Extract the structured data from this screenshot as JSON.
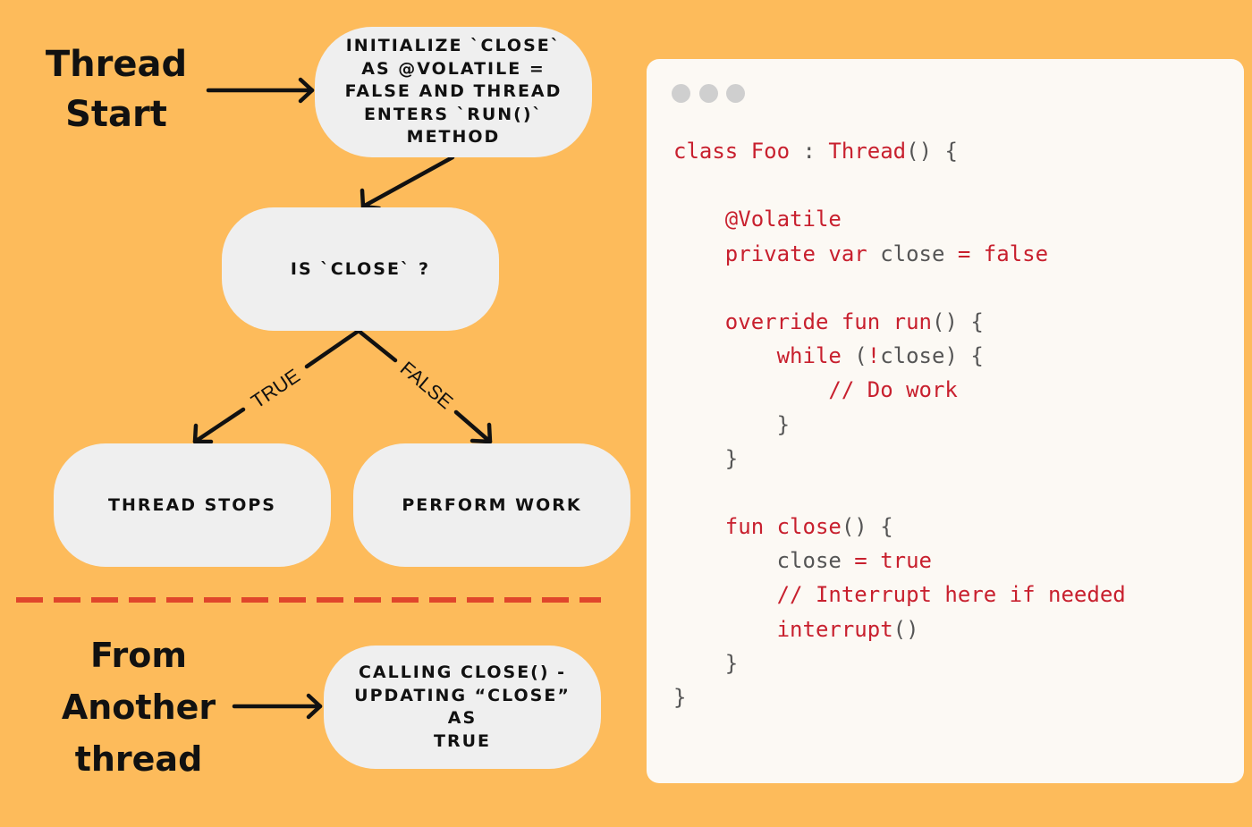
{
  "left_labels": {
    "thread_start": "Thread\nStart",
    "another_thread": "From\nAnother\nthread"
  },
  "flow": {
    "init": "INITIALIZE `CLOSE`\nAS @VOLATILE =\nFALSE AND THREAD\nENTERS `RUN()`\nMETHOD",
    "check": "IS `CLOSE` ?",
    "branch_true": "TRUE",
    "branch_false": "FALSE",
    "stop": "THREAD STOPS",
    "work": "PERFORM WORK",
    "close_call": "CALLING CLOSE() -\nUPDATING “CLOSE” AS\nTRUE"
  },
  "colors": {
    "background": "#FDBB5B",
    "node_fill": "#EFEFEF",
    "divider": "#E0452B",
    "code_keyword": "#C8202E",
    "code_plain": "#555555",
    "panel": "#FCF9F4"
  },
  "code_lines": [
    [
      {
        "t": "class ",
        "k": "kw"
      },
      {
        "t": "Foo",
        "k": "kw"
      },
      {
        "t": " : ",
        "k": "pl"
      },
      {
        "t": "Thread",
        "k": "kw"
      },
      {
        "t": "() {",
        "k": "pl"
      }
    ],
    [],
    [
      {
        "t": "    @Volatile",
        "k": "kw"
      }
    ],
    [
      {
        "t": "    private var ",
        "k": "kw"
      },
      {
        "t": "close ",
        "k": "pl"
      },
      {
        "t": "= ",
        "k": "kw"
      },
      {
        "t": "false",
        "k": "kw"
      }
    ],
    [],
    [
      {
        "t": "    override fun ",
        "k": "kw"
      },
      {
        "t": "run",
        "k": "kw"
      },
      {
        "t": "() {",
        "k": "pl"
      }
    ],
    [
      {
        "t": "        while ",
        "k": "kw"
      },
      {
        "t": "(",
        "k": "pl"
      },
      {
        "t": "!",
        "k": "kw"
      },
      {
        "t": "close) {",
        "k": "pl"
      }
    ],
    [
      {
        "t": "            // Do work",
        "k": "kw"
      }
    ],
    [
      {
        "t": "        }",
        "k": "pl"
      }
    ],
    [
      {
        "t": "    }",
        "k": "pl"
      }
    ],
    [],
    [
      {
        "t": "    fun ",
        "k": "kw"
      },
      {
        "t": "close",
        "k": "kw"
      },
      {
        "t": "() {",
        "k": "pl"
      }
    ],
    [
      {
        "t": "        close ",
        "k": "pl"
      },
      {
        "t": "= ",
        "k": "kw"
      },
      {
        "t": "true",
        "k": "kw"
      }
    ],
    [
      {
        "t": "        // Interrupt here if needed",
        "k": "kw"
      }
    ],
    [
      {
        "t": "        interrupt",
        "k": "kw"
      },
      {
        "t": "()",
        "k": "pl"
      }
    ],
    [
      {
        "t": "    }",
        "k": "pl"
      }
    ],
    [
      {
        "t": "}",
        "k": "pl"
      }
    ]
  ]
}
